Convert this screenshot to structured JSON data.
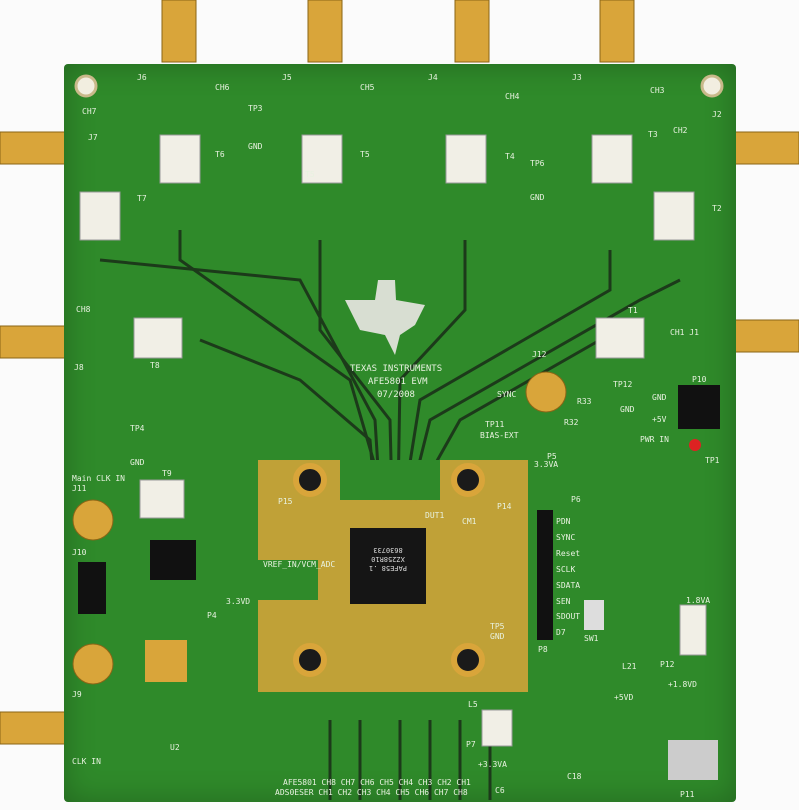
{
  "board": {
    "logo_text": "TEXAS INSTRUMENTS",
    "model": "AFE5801 EVM",
    "date": "07/2008",
    "chip_lines": [
      "PAFE58 .1",
      "XZ258R10",
      "8630733"
    ],
    "bottom_row1": "AFE5801 CH8 CH7 CH6 CH5 CH4 CH3 CH2 CH1",
    "bottom_row2": "ADS0ESER CH1 CH2 CH3 CH4 CH5 CH6 CH7 CH8",
    "colors": {
      "pcb": "#2f8a2a",
      "gold": "#d9a53a",
      "silk": "#e8f2e0",
      "trace": "#1c3a1a"
    }
  },
  "labels": [
    "J6",
    "CH6",
    "J5",
    "CH5",
    "J4",
    "CH4",
    "J3",
    "CH3",
    "CH7",
    "J7",
    "CH2",
    "J2",
    "T6",
    "T5",
    "T4",
    "T3",
    "T7",
    "T2",
    "TP3",
    "GND",
    "TP6",
    "GND",
    "CH8",
    "J8",
    "T8",
    "T1",
    "CH1 J1",
    "J12",
    "SYNC",
    "TP12",
    "GND",
    "P10",
    "GND",
    "+5V",
    "PWR IN",
    "TP1",
    "TP4",
    "GND",
    "Main CLK IN",
    "J11",
    "T9",
    "TP11",
    "BIAS-EXT",
    "P15",
    "DUT1",
    "P14",
    "CM1",
    "PDN",
    "SYNC",
    "Reset",
    "SCLK",
    "SDATA",
    "SEN",
    "SDOUT",
    "D7",
    "P8",
    "SW1",
    "1.8VA",
    "P12",
    "+1.8VD",
    "J10",
    "J9",
    "CLK IN",
    "U2",
    "P11",
    "VREF_IN/VCM_ADC",
    "3.3VD",
    "P4",
    "P7",
    "+3.3VA",
    "+5VD",
    "TP5",
    "GND",
    "P5",
    "P6",
    "3.3VA",
    "T5",
    "R33",
    "R32",
    "L21",
    "L5",
    "C18",
    "C6"
  ]
}
